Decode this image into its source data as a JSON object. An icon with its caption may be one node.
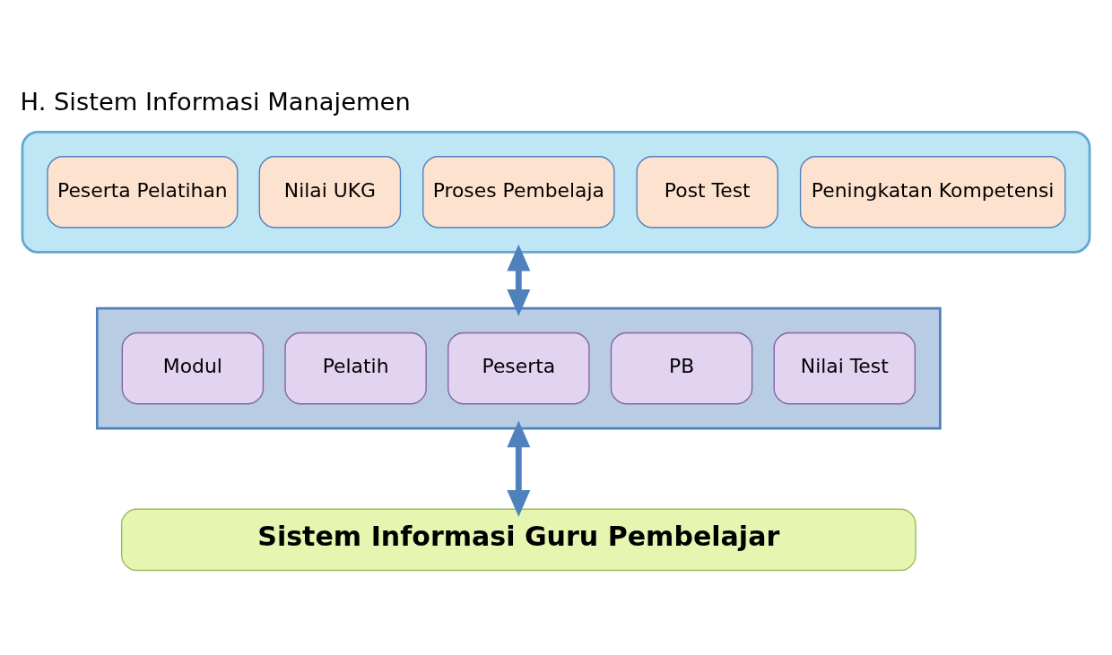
{
  "diagram": {
    "title": "H. Sistem Informasi Manajemen",
    "nodes": [
      {
        "text": [],
        "shape": "arrow"
      },
      {
        "text": [
          "Peserta Pelatihan"
        ],
        "in": 0
      },
      {
        "text": [
          "Nilai UKG"
        ],
        "in": 0
      },
      {
        "text": [
          "Proses Pembelaja"
        ],
        "in": 0
      },
      {
        "text": [
          "Post Test"
        ],
        "in": 0
      },
      {
        "text": [
          "Peningkatan Kompetensi"
        ],
        "in": 0
      },
      {
        "text": [],
        "shape": "box"
      },
      {
        "text": [
          "Modul"
        ],
        "in": 6
      },
      {
        "text": [
          "Pelatih"
        ],
        "in": 6
      },
      {
        "text": [
          "Peserta"
        ],
        "in": 6
      },
      {
        "text": [
          "PB"
        ],
        "in": 6
      },
      {
        "text": [
          "Nilai Test"
        ],
        "in": 6
      },
      {
        "text": [
          "Sistem Informasi Guru Pembelajar"
        ]
      }
    ],
    "edges": [
      {
        "from": 0,
        "to": 6,
        "arrow": "both",
        "color": "#4f81bd"
      },
      {
        "from": 6,
        "to": 12,
        "arrow": "both",
        "color": "#4f81bd"
      }
    ]
  }
}
